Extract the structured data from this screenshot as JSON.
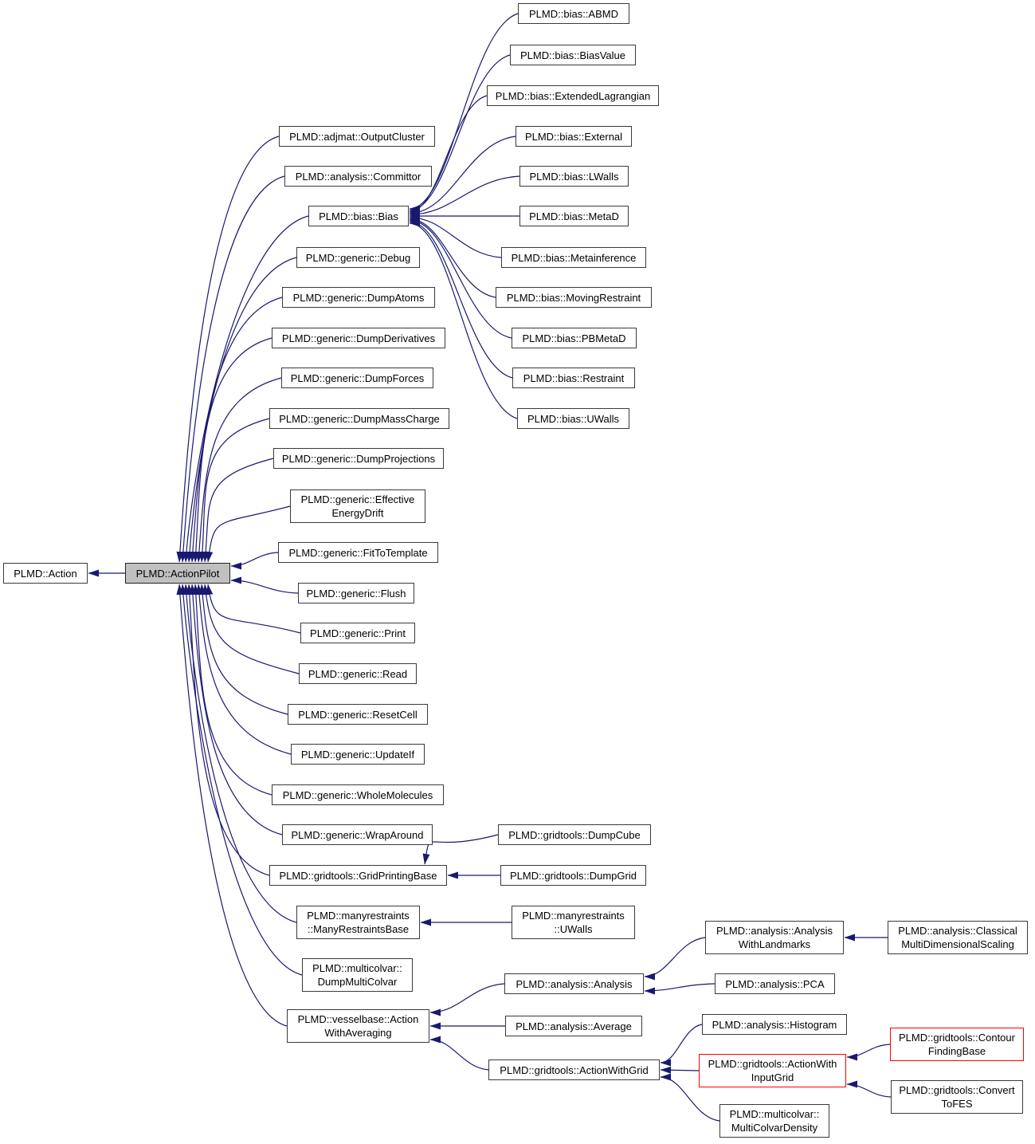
{
  "diagram": {
    "type": "inheritance-graph",
    "root": "PLMD::ActionPilot",
    "colors": {
      "edge": "#191970",
      "node_border": "#3a3a3a",
      "highlight_border": "#ff0000",
      "root_fill": "#c0c0c0",
      "node_fill": "#ffffff",
      "text": "#000000"
    },
    "nodes": [
      {
        "id": "action",
        "label": "PLMD::Action",
        "lines": [
          "PLMD::Action"
        ],
        "style": "default"
      },
      {
        "id": "actionpilot",
        "label": "PLMD::ActionPilot",
        "lines": [
          "PLMD::ActionPilot"
        ],
        "style": "root"
      },
      {
        "id": "outputcluster",
        "label": "PLMD::adjmat::OutputCluster",
        "lines": [
          "PLMD::adjmat::OutputCluster"
        ],
        "style": "default"
      },
      {
        "id": "committor",
        "label": "PLMD::analysis::Committor",
        "lines": [
          "PLMD::analysis::Committor"
        ],
        "style": "default"
      },
      {
        "id": "bias",
        "label": "PLMD::bias::Bias",
        "lines": [
          "PLMD::bias::Bias"
        ],
        "style": "default"
      },
      {
        "id": "debug",
        "label": "PLMD::generic::Debug",
        "lines": [
          "PLMD::generic::Debug"
        ],
        "style": "default"
      },
      {
        "id": "dumpatoms",
        "label": "PLMD::generic::DumpAtoms",
        "lines": [
          "PLMD::generic::DumpAtoms"
        ],
        "style": "default"
      },
      {
        "id": "dumpderivatives",
        "label": "PLMD::generic::DumpDerivatives",
        "lines": [
          "PLMD::generic::DumpDerivatives"
        ],
        "style": "default"
      },
      {
        "id": "dumpforces",
        "label": "PLMD::generic::DumpForces",
        "lines": [
          "PLMD::generic::DumpForces"
        ],
        "style": "default"
      },
      {
        "id": "dumpmasscharge",
        "label": "PLMD::generic::DumpMassCharge",
        "lines": [
          "PLMD::generic::DumpMassCharge"
        ],
        "style": "default"
      },
      {
        "id": "dumpprojections",
        "label": "PLMD::generic::DumpProjections",
        "lines": [
          "PLMD::generic::DumpProjections"
        ],
        "style": "default"
      },
      {
        "id": "effectiveenergydrift",
        "label": "PLMD::generic::EffectiveEnergyDrift",
        "lines": [
          "PLMD::generic::Effective",
          "EnergyDrift"
        ],
        "style": "default"
      },
      {
        "id": "fittotemplate",
        "label": "PLMD::generic::FitToTemplate",
        "lines": [
          "PLMD::generic::FitToTemplate"
        ],
        "style": "default"
      },
      {
        "id": "flush",
        "label": "PLMD::generic::Flush",
        "lines": [
          "PLMD::generic::Flush"
        ],
        "style": "default"
      },
      {
        "id": "print",
        "label": "PLMD::generic::Print",
        "lines": [
          "PLMD::generic::Print"
        ],
        "style": "default"
      },
      {
        "id": "read",
        "label": "PLMD::generic::Read",
        "lines": [
          "PLMD::generic::Read"
        ],
        "style": "default"
      },
      {
        "id": "resetcell",
        "label": "PLMD::generic::ResetCell",
        "lines": [
          "PLMD::generic::ResetCell"
        ],
        "style": "default"
      },
      {
        "id": "updateif",
        "label": "PLMD::generic::UpdateIf",
        "lines": [
          "PLMD::generic::UpdateIf"
        ],
        "style": "default"
      },
      {
        "id": "wholemolecules",
        "label": "PLMD::generic::WholeMolecules",
        "lines": [
          "PLMD::generic::WholeMolecules"
        ],
        "style": "default"
      },
      {
        "id": "wraparound",
        "label": "PLMD::generic::WrapAround",
        "lines": [
          "PLMD::generic::WrapAround"
        ],
        "style": "default"
      },
      {
        "id": "gridprintingbase",
        "label": "PLMD::gridtools::GridPrintingBase",
        "lines": [
          "PLMD::gridtools::GridPrintingBase"
        ],
        "style": "default"
      },
      {
        "id": "manyrestraintsbase",
        "label": "PLMD::manyrestraints::ManyRestraintsBase",
        "lines": [
          "PLMD::manyrestraints",
          "::ManyRestraintsBase"
        ],
        "style": "default"
      },
      {
        "id": "dumpmulticolvar",
        "label": "PLMD::multicolvar::DumpMultiColvar",
        "lines": [
          "PLMD::multicolvar::",
          "DumpMultiColvar"
        ],
        "style": "default"
      },
      {
        "id": "actionwithaveraging",
        "label": "PLMD::vesselbase::ActionWithAveraging",
        "lines": [
          "PLMD::vesselbase::Action",
          "WithAveraging"
        ],
        "style": "default"
      },
      {
        "id": "abmd",
        "label": "PLMD::bias::ABMD",
        "lines": [
          "PLMD::bias::ABMD"
        ],
        "style": "default"
      },
      {
        "id": "biasvalue",
        "label": "PLMD::bias::BiasValue",
        "lines": [
          "PLMD::bias::BiasValue"
        ],
        "style": "default"
      },
      {
        "id": "extendedlagrangian",
        "label": "PLMD::bias::ExtendedLagrangian",
        "lines": [
          "PLMD::bias::ExtendedLagrangian"
        ],
        "style": "default"
      },
      {
        "id": "external",
        "label": "PLMD::bias::External",
        "lines": [
          "PLMD::bias::External"
        ],
        "style": "default"
      },
      {
        "id": "lwalls",
        "label": "PLMD::bias::LWalls",
        "lines": [
          "PLMD::bias::LWalls"
        ],
        "style": "default"
      },
      {
        "id": "metad",
        "label": "PLMD::bias::MetaD",
        "lines": [
          "PLMD::bias::MetaD"
        ],
        "style": "default"
      },
      {
        "id": "metainference",
        "label": "PLMD::bias::Metainference",
        "lines": [
          "PLMD::bias::Metainference"
        ],
        "style": "default"
      },
      {
        "id": "movingrestraint",
        "label": "PLMD::bias::MovingRestraint",
        "lines": [
          "PLMD::bias::MovingRestraint"
        ],
        "style": "default"
      },
      {
        "id": "pbmetad",
        "label": "PLMD::bias::PBMetaD",
        "lines": [
          "PLMD::bias::PBMetaD"
        ],
        "style": "default"
      },
      {
        "id": "restraint",
        "label": "PLMD::bias::Restraint",
        "lines": [
          "PLMD::bias::Restraint"
        ],
        "style": "default"
      },
      {
        "id": "uwallsbias",
        "label": "PLMD::bias::UWalls",
        "lines": [
          "PLMD::bias::UWalls"
        ],
        "style": "default"
      },
      {
        "id": "dumpcube",
        "label": "PLMD::gridtools::DumpCube",
        "lines": [
          "PLMD::gridtools::DumpCube"
        ],
        "style": "default"
      },
      {
        "id": "dumpgrid",
        "label": "PLMD::gridtools::DumpGrid",
        "lines": [
          "PLMD::gridtools::DumpGrid"
        ],
        "style": "default"
      },
      {
        "id": "uwallsmany",
        "label": "PLMD::manyrestraints::UWalls",
        "lines": [
          "PLMD::manyrestraints",
          "::UWalls"
        ],
        "style": "default"
      },
      {
        "id": "analysis",
        "label": "PLMD::analysis::Analysis",
        "lines": [
          "PLMD::analysis::Analysis"
        ],
        "style": "default"
      },
      {
        "id": "average",
        "label": "PLMD::analysis::Average",
        "lines": [
          "PLMD::analysis::Average"
        ],
        "style": "default"
      },
      {
        "id": "actionwithgrid",
        "label": "PLMD::gridtools::ActionWithGrid",
        "lines": [
          "PLMD::gridtools::ActionWithGrid"
        ],
        "style": "default"
      },
      {
        "id": "analysiswithlandmarks",
        "label": "PLMD::analysis::AnalysisWithLandmarks",
        "lines": [
          "PLMD::analysis::Analysis",
          "WithLandmarks"
        ],
        "style": "default"
      },
      {
        "id": "pca",
        "label": "PLMD::analysis::PCA",
        "lines": [
          "PLMD::analysis::PCA"
        ],
        "style": "default"
      },
      {
        "id": "histogram",
        "label": "PLMD::analysis::Histogram",
        "lines": [
          "PLMD::analysis::Histogram"
        ],
        "style": "default"
      },
      {
        "id": "actionwithinputgrid",
        "label": "PLMD::gridtools::ActionWithInputGrid",
        "lines": [
          "PLMD::gridtools::ActionWith",
          "InputGrid"
        ],
        "style": "highlight"
      },
      {
        "id": "multicolvardensity",
        "label": "PLMD::multicolvar::MultiColvarDensity",
        "lines": [
          "PLMD::multicolvar::",
          "MultiColvarDensity"
        ],
        "style": "default"
      },
      {
        "id": "classicalmds",
        "label": "PLMD::analysis::ClassicalMultiDimensionalScaling",
        "lines": [
          "PLMD::analysis::Classical",
          "MultiDimensionalScaling"
        ],
        "style": "default"
      },
      {
        "id": "contourfindingbase",
        "label": "PLMD::gridtools::ContourFindingBase",
        "lines": [
          "PLMD::gridtools::Contour",
          "FindingBase"
        ],
        "style": "highlight"
      },
      {
        "id": "converttofes",
        "label": "PLMD::gridtools::ConvertToFES",
        "lines": [
          "PLMD::gridtools::Convert",
          "ToFES"
        ],
        "style": "default"
      }
    ],
    "edges": [
      {
        "from": "actionpilot",
        "to": "action",
        "anchor": "right"
      },
      {
        "from": "outputcluster",
        "to": "actionpilot",
        "anchor": "top"
      },
      {
        "from": "committor",
        "to": "actionpilot",
        "anchor": "top"
      },
      {
        "from": "bias",
        "to": "actionpilot",
        "anchor": "top"
      },
      {
        "from": "debug",
        "to": "actionpilot",
        "anchor": "top"
      },
      {
        "from": "dumpatoms",
        "to": "actionpilot",
        "anchor": "top"
      },
      {
        "from": "dumpderivatives",
        "to": "actionpilot",
        "anchor": "top"
      },
      {
        "from": "dumpforces",
        "to": "actionpilot",
        "anchor": "top"
      },
      {
        "from": "dumpmasscharge",
        "to": "actionpilot",
        "anchor": "top"
      },
      {
        "from": "dumpprojections",
        "to": "actionpilot",
        "anchor": "top"
      },
      {
        "from": "effectiveenergydrift",
        "to": "actionpilot",
        "anchor": "top"
      },
      {
        "from": "fittotemplate",
        "to": "actionpilot",
        "anchor": "right"
      },
      {
        "from": "flush",
        "to": "actionpilot",
        "anchor": "right"
      },
      {
        "from": "print",
        "to": "actionpilot",
        "anchor": "bottom"
      },
      {
        "from": "read",
        "to": "actionpilot",
        "anchor": "bottom"
      },
      {
        "from": "resetcell",
        "to": "actionpilot",
        "anchor": "bottom"
      },
      {
        "from": "updateif",
        "to": "actionpilot",
        "anchor": "bottom"
      },
      {
        "from": "wholemolecules",
        "to": "actionpilot",
        "anchor": "bottom"
      },
      {
        "from": "wraparound",
        "to": "actionpilot",
        "anchor": "bottom"
      },
      {
        "from": "gridprintingbase",
        "to": "actionpilot",
        "anchor": "bottom"
      },
      {
        "from": "manyrestraintsbase",
        "to": "actionpilot",
        "anchor": "bottom"
      },
      {
        "from": "dumpmulticolvar",
        "to": "actionpilot",
        "anchor": "bottom"
      },
      {
        "from": "actionwithaveraging",
        "to": "actionpilot",
        "anchor": "bottom"
      },
      {
        "from": "abmd",
        "to": "bias",
        "anchor": "right"
      },
      {
        "from": "biasvalue",
        "to": "bias",
        "anchor": "right"
      },
      {
        "from": "extendedlagrangian",
        "to": "bias",
        "anchor": "right"
      },
      {
        "from": "external",
        "to": "bias",
        "anchor": "right"
      },
      {
        "from": "lwalls",
        "to": "bias",
        "anchor": "right"
      },
      {
        "from": "metad",
        "to": "bias",
        "anchor": "right"
      },
      {
        "from": "metainference",
        "to": "bias",
        "anchor": "right"
      },
      {
        "from": "movingrestraint",
        "to": "bias",
        "anchor": "right"
      },
      {
        "from": "pbmetad",
        "to": "bias",
        "anchor": "right"
      },
      {
        "from": "restraint",
        "to": "bias",
        "anchor": "right"
      },
      {
        "from": "uwallsbias",
        "to": "bias",
        "anchor": "right"
      },
      {
        "from": "dumpcube",
        "to": "gridprintingbase",
        "anchor": "top"
      },
      {
        "from": "dumpgrid",
        "to": "gridprintingbase",
        "anchor": "right"
      },
      {
        "from": "uwallsmany",
        "to": "manyrestraintsbase",
        "anchor": "right"
      },
      {
        "from": "analysis",
        "to": "actionwithaveraging",
        "anchor": "right"
      },
      {
        "from": "average",
        "to": "actionwithaveraging",
        "anchor": "right"
      },
      {
        "from": "actionwithgrid",
        "to": "actionwithaveraging",
        "anchor": "right"
      },
      {
        "from": "analysiswithlandmarks",
        "to": "analysis",
        "anchor": "right"
      },
      {
        "from": "pca",
        "to": "analysis",
        "anchor": "right"
      },
      {
        "from": "classicalmds",
        "to": "analysiswithlandmarks",
        "anchor": "right"
      },
      {
        "from": "histogram",
        "to": "actionwithgrid",
        "anchor": "right"
      },
      {
        "from": "actionwithinputgrid",
        "to": "actionwithgrid",
        "anchor": "right"
      },
      {
        "from": "multicolvardensity",
        "to": "actionwithgrid",
        "anchor": "right"
      },
      {
        "from": "contourfindingbase",
        "to": "actionwithinputgrid",
        "anchor": "right"
      },
      {
        "from": "converttofes",
        "to": "actionwithinputgrid",
        "anchor": "right"
      }
    ]
  }
}
